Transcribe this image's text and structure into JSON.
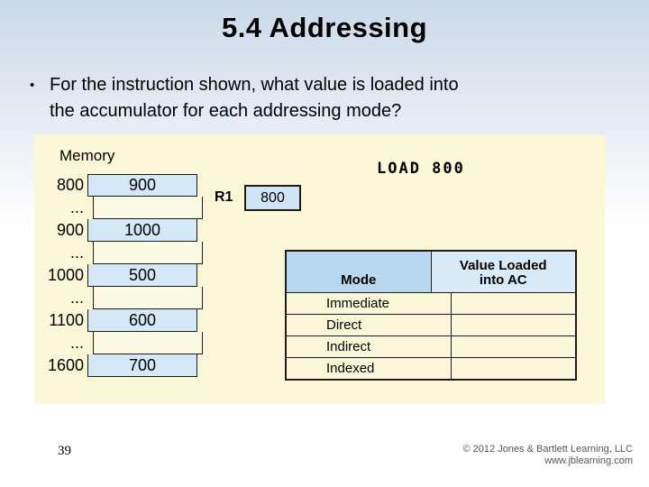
{
  "slide": {
    "title": "5.4 Addressing",
    "bullet_marker": "•",
    "bullet_lines": {
      "line1": "For the instruction shown, what value is loaded into",
      "line2": "the accumulator for each addressing mode?"
    },
    "page_number": "39",
    "copyright": {
      "line1": "© 2012 Jones & Bartlett Learning, LLC",
      "line2": "www.jblearning.com"
    }
  },
  "figure": {
    "memory_label": "Memory",
    "instruction": "LOAD 800",
    "register": {
      "name": "R1",
      "value": "800"
    },
    "memory": {
      "rows": [
        {
          "address": "800",
          "value": "900"
        },
        {
          "address": "...",
          "value": ""
        },
        {
          "address": "900",
          "value": "1000"
        },
        {
          "address": "...",
          "value": ""
        },
        {
          "address": "1000",
          "value": "500"
        },
        {
          "address": "...",
          "value": ""
        },
        {
          "address": "1100",
          "value": "600"
        },
        {
          "address": "...",
          "value": ""
        },
        {
          "address": "1600",
          "value": "700"
        }
      ]
    },
    "mode_table": {
      "col1_header": "Mode",
      "col2_header": "Value Loaded into AC",
      "rows": [
        {
          "mode": "Immediate",
          "value": ""
        },
        {
          "mode": "Direct",
          "value": ""
        },
        {
          "mode": "Indirect",
          "value": ""
        },
        {
          "mode": "Indexed",
          "value": ""
        }
      ]
    },
    "colors": {
      "panel_background": "#fbf7d9",
      "filled_cell_blue": "#d5e8f8",
      "register_box_blue": "#cfe4f6",
      "mode_header_blue": "#b9d8f0",
      "value_header_blue": "#d9ebf8",
      "slide_gradient_top": "#cbdaea",
      "slide_gradient_bottom": "#ffffff"
    }
  }
}
